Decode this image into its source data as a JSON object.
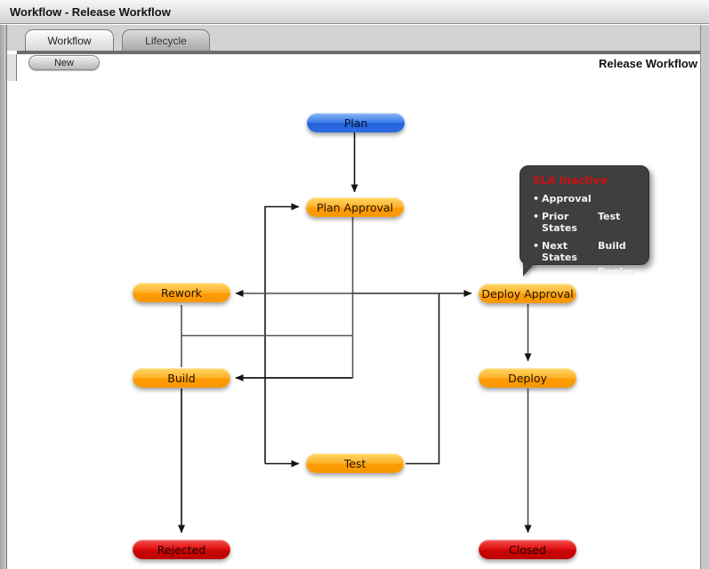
{
  "window": {
    "title": "Workflow - Release Workflow"
  },
  "tabs": [
    {
      "label": "Workflow",
      "active": true
    },
    {
      "label": "Lifecycle",
      "active": false
    }
  ],
  "toolbar": {
    "new_label": "New"
  },
  "header": {
    "title": "Release Workflow"
  },
  "nodes": [
    {
      "id": "plan",
      "label": "Plan",
      "type": "start"
    },
    {
      "id": "plan-approval",
      "label": "Plan Approval",
      "type": "active"
    },
    {
      "id": "rework",
      "label": "Rework",
      "type": "active"
    },
    {
      "id": "deploy-approval",
      "label": "Deploy Approval",
      "type": "active"
    },
    {
      "id": "build",
      "label": "Build",
      "type": "active"
    },
    {
      "id": "deploy",
      "label": "Deploy",
      "type": "active"
    },
    {
      "id": "test",
      "label": "Test",
      "type": "active"
    },
    {
      "id": "rejected",
      "label": "Rejected",
      "type": "end"
    },
    {
      "id": "closed",
      "label": "Closed",
      "type": "end"
    }
  ],
  "tooltip": {
    "bullet": "•",
    "title": "SLA Inactive",
    "rows": [
      {
        "label": "Approval",
        "value": ""
      },
      {
        "label": "Prior States",
        "value": "Test"
      },
      {
        "label": "Next States",
        "value": "Build"
      },
      {
        "label": "",
        "value": "Deploy"
      }
    ]
  },
  "colors": {
    "node_start": "#2f6fe2",
    "node_active": "#fe9c05",
    "node_end": "#c80505",
    "tooltip_title": "#cc1111",
    "tooltip_bg": "#3f3f3f"
  }
}
